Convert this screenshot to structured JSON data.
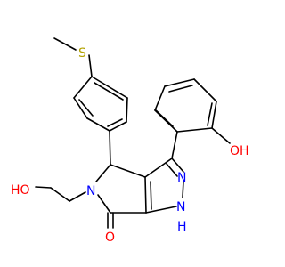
{
  "molecule": {
    "atoms": {
      "sulfur": "S",
      "hydroxyl_aryl": "OH",
      "nitrogen_n5": "N",
      "nitrogen_n2": "N",
      "nitrogen_n1": "N",
      "n1_hydrogen": "H",
      "hydroxyl_ethyl": "HO",
      "carbonyl_oxygen": "O"
    },
    "colors": {
      "bond": "#000000",
      "sulfur": "#b3a300",
      "oxygen": "#ff0000",
      "nitrogen": "#0000ff"
    }
  }
}
